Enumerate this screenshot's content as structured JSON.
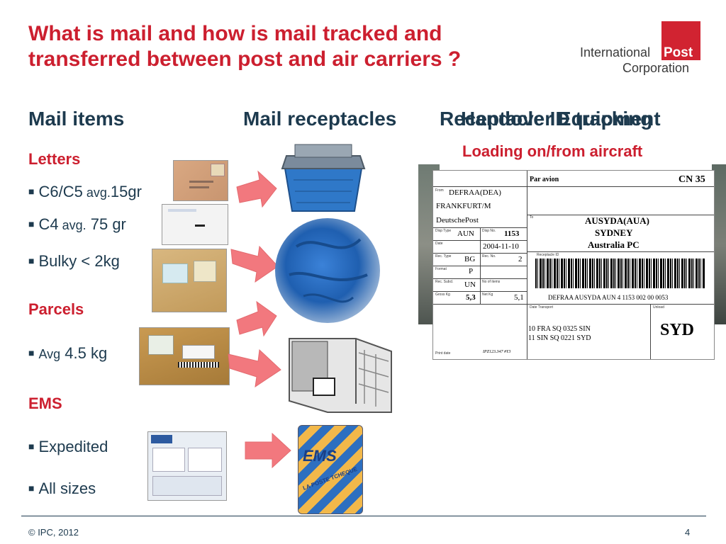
{
  "slide": {
    "title_line1": "What is mail and how is mail tracked and",
    "title_line2": "transferred between post and air carriers ?",
    "logo": {
      "word1": "International",
      "word2": "Post",
      "word3": "Corporation"
    },
    "headings": {
      "mail_items": "Mail items",
      "mail_receptacles": "Mail receptacles",
      "overlap_a": "Receptacle ID tracking",
      "overlap_b": "Handover Equipment",
      "loading": "Loading on/from aircraft"
    },
    "sections": {
      "letters": "Letters",
      "parcels": "Parcels",
      "ems": "EMS"
    },
    "bullets": {
      "c6c5_main": "C6/C5",
      "c6c5_avg": " avg.",
      "c6c5_val": "15gr",
      "c4_main": "C4",
      "c4_avg": " avg.",
      "c4_val": " 75 gr",
      "bulky": "Bulky < 2kg",
      "parcel_avg": "Avg",
      "parcel_val": " 4.5 kg",
      "expedited": "Expedited",
      "all_sizes": "All sizes"
    },
    "ems_tag": {
      "brand": "EMS",
      "line": "LA POSTE TCHEQUE"
    },
    "label": {
      "par_avion": "Par avion",
      "cn": "CN 35",
      "from_caption": "From",
      "from1": "DEFRAA(DEA)",
      "from2": "FRANKFURT/M",
      "from3": "DeutschePost",
      "to_caption": "To",
      "to1": "AUSYDA(AUA)",
      "to2": "SYDNEY",
      "to3": "Australia PC",
      "disp_type_caption": "Disp Type",
      "disp_type": "AUN",
      "disp_no_caption": "Disp No.",
      "disp_no": "1153",
      "date_caption": "Date",
      "date": "2004-11-10",
      "rec_type_caption": "Rec. Type",
      "rec_type": "BG",
      "rec_no_caption": "Rec. No.",
      "rec_no": "2",
      "format_caption": "Format",
      "format": "P",
      "subcl_caption": "Rec. Subcl.",
      "subcl": "UN",
      "items_caption": "No of items",
      "gross_caption": "Gross Kg",
      "gross": "5,3",
      "net_caption": "Net Kg",
      "net": "5,1",
      "receptacle_id_caption": "Receptacle ID",
      "barcode_text": "DEFRAA AUSYDA AUN 4 1153 002 00 0053",
      "date_transport_caption": "Date Transport",
      "transport1": "10 FRA  SQ 0325  SIN",
      "transport2": "11 SIN   SQ 0221  SYD",
      "unload_caption": "Unload",
      "unload": "SYD",
      "print_caption": "Print date",
      "print_code": "IPZ123.347   #Y3"
    },
    "footer": {
      "copyright": "© IPC, 2012",
      "page": "4"
    },
    "colors": {
      "title_red": "#cc1f2f",
      "heading_navy": "#1d3a4e",
      "logo_red": "#d12331"
    }
  }
}
